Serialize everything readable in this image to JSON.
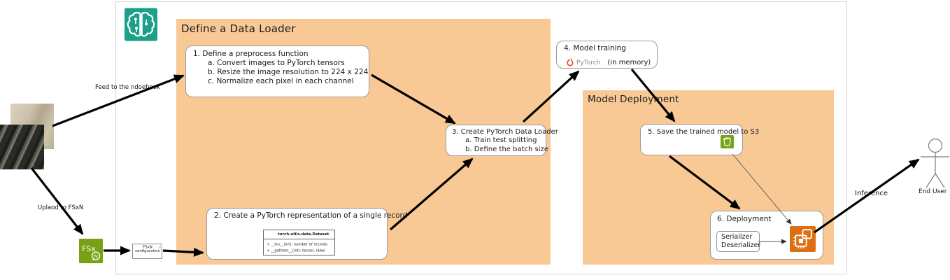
{
  "containers": {
    "data_loader_title": "Define a Data Loader",
    "model_deployment_title": "Model Deployment"
  },
  "steps": {
    "preprocess": {
      "title": "1. Define a preprocess function",
      "items": [
        "a. Convert images to PyTorch tensors",
        "b. Resize the image resolution to 224 x 224",
        "c. Normalize each pixel in each channel"
      ]
    },
    "single_record": {
      "title": "2. Create a PyTorch representation of a single record",
      "uml_class": {
        "name": "torch.utils.data.Dataset",
        "members": [
          "+ __len__(int): number of records",
          "+ __getitem__(int): tensor, label"
        ]
      }
    },
    "data_loader": {
      "title": "3. Create PyTorch Data Loader",
      "items": [
        "a. Train test splitting",
        "b. Define the batch size"
      ]
    },
    "model_training": {
      "title": "4. Model training",
      "framework": "PyTorch",
      "note": "(in memory)"
    },
    "save_model": {
      "title": "5. Save the trained model to S3"
    },
    "deployment": {
      "title": "6. Deployment",
      "serializer_line1": "Serializer",
      "serializer_line2": "Deserializer"
    }
  },
  "edges": {
    "feed_notebook": "Feed to the ndoebook",
    "upload_fsxn": "Uplaod to FSxN",
    "inference": "Inference"
  },
  "fsx": {
    "icon_text": "FSx",
    "icon_badge": "N",
    "config_line1": "FSxN",
    "config_line2": "configuration"
  },
  "actor": {
    "label": "End User"
  },
  "icons": {
    "sagemaker": "sagemaker-brain-icon",
    "fsx": "fsx-netapp-icon",
    "s3": "s3-bucket-icon",
    "endpoint": "sagemaker-endpoint-icon",
    "pytorch": "pytorch-logo-icon"
  },
  "colors": {
    "container_orange": "#F9C995",
    "sagemaker_teal": "#1BA089",
    "fsx_green": "#7AA116",
    "s3_green": "#76A319",
    "endpoint_orange": "#DD6F13",
    "pytorch_red": "#EE4C2C"
  }
}
